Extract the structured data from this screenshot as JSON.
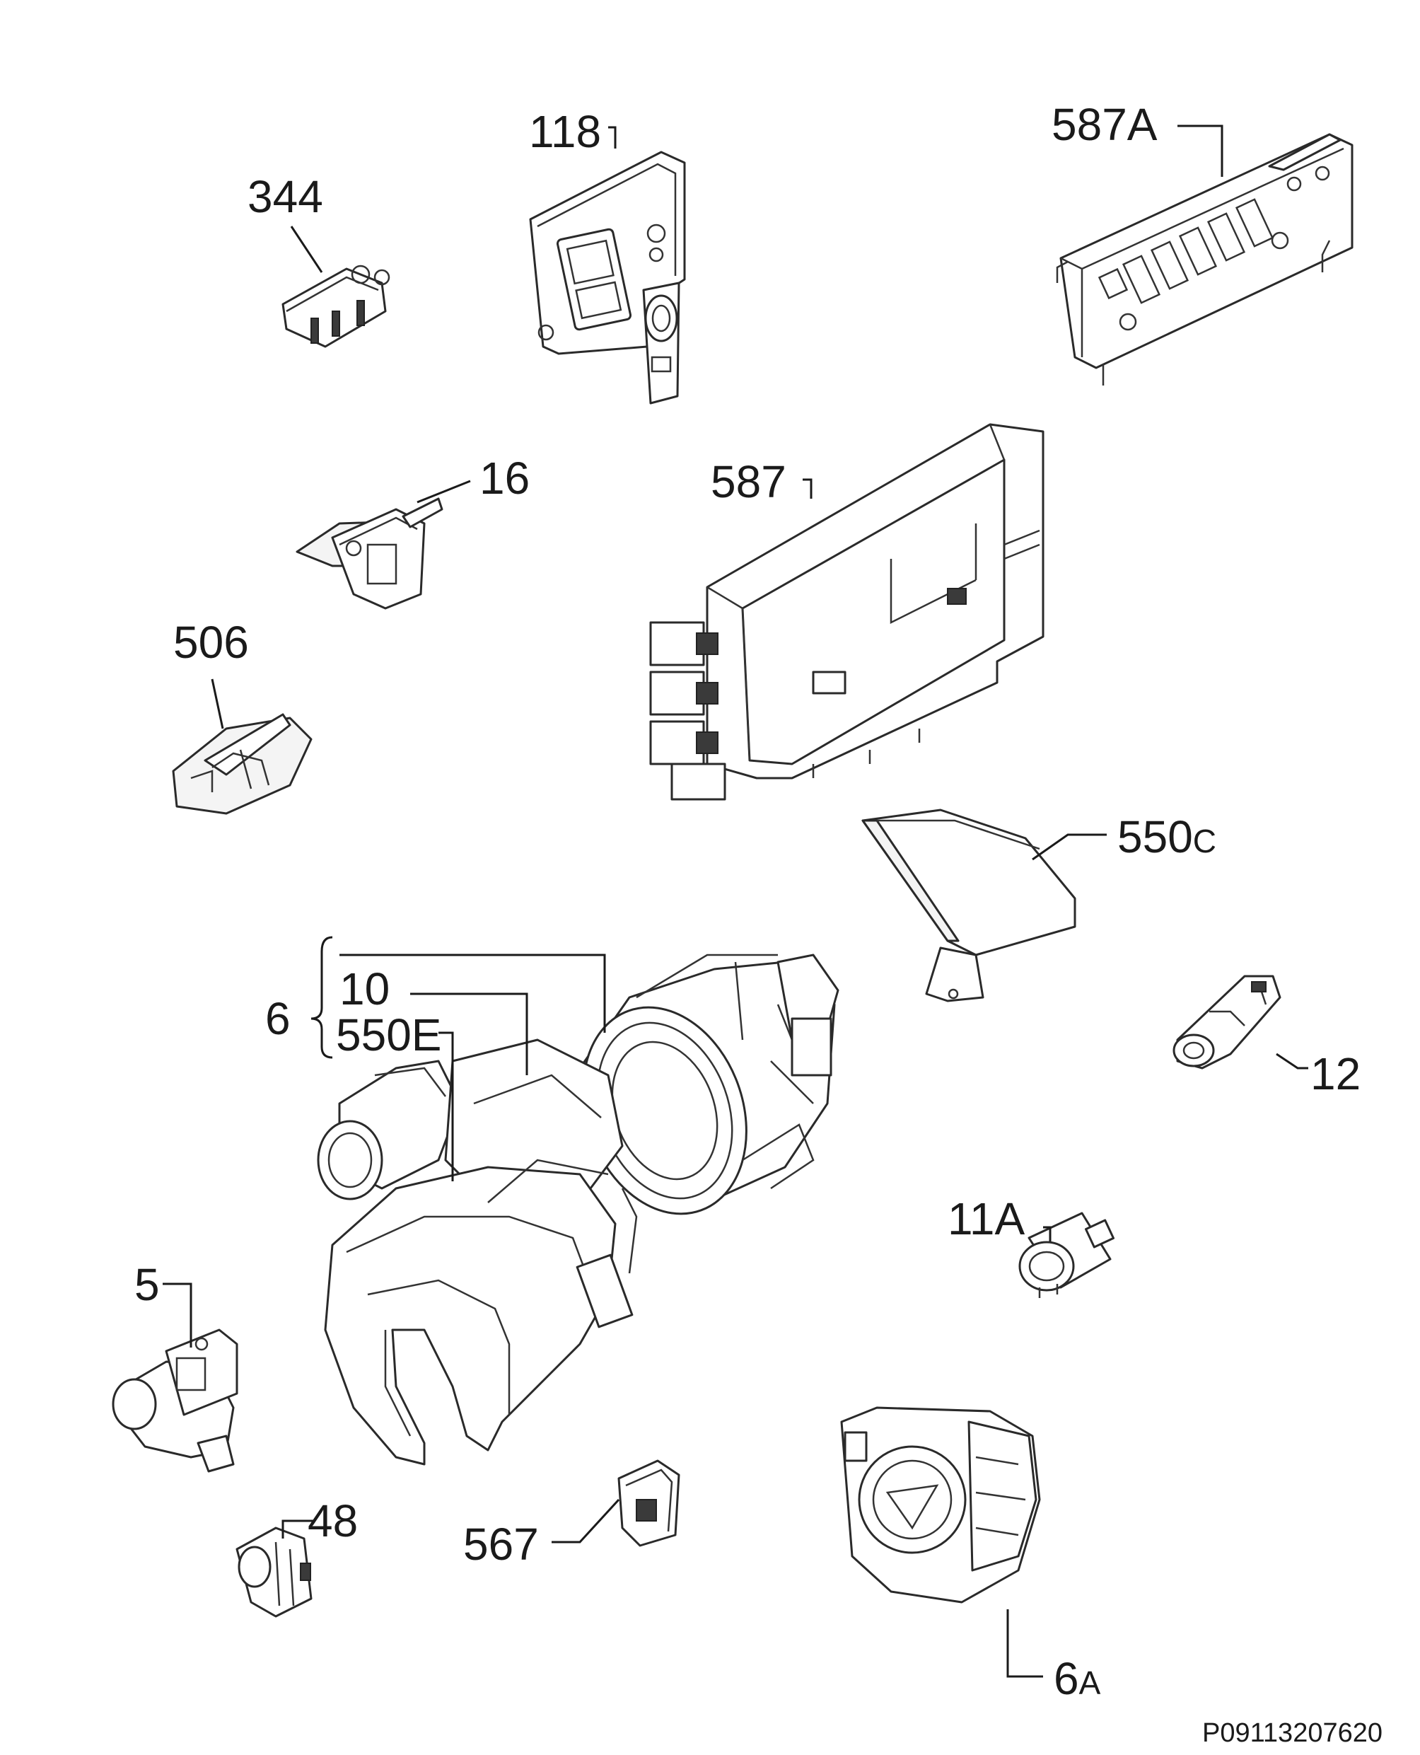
{
  "labels": {
    "l118": "118",
    "l587A": "587A",
    "l344": "344",
    "l16": "16",
    "l587": "587",
    "l506": "506",
    "l550C": "550",
    "l550C_suffix": "C",
    "l6": "6",
    "l10": "10",
    "l550E": "550E",
    "l12": "12",
    "l11A": "11A",
    "l5": "5",
    "l48": "48",
    "l567": "567",
    "l6A": "6",
    "l6A_suffix": "A"
  },
  "diagram_code": "P09113207620"
}
